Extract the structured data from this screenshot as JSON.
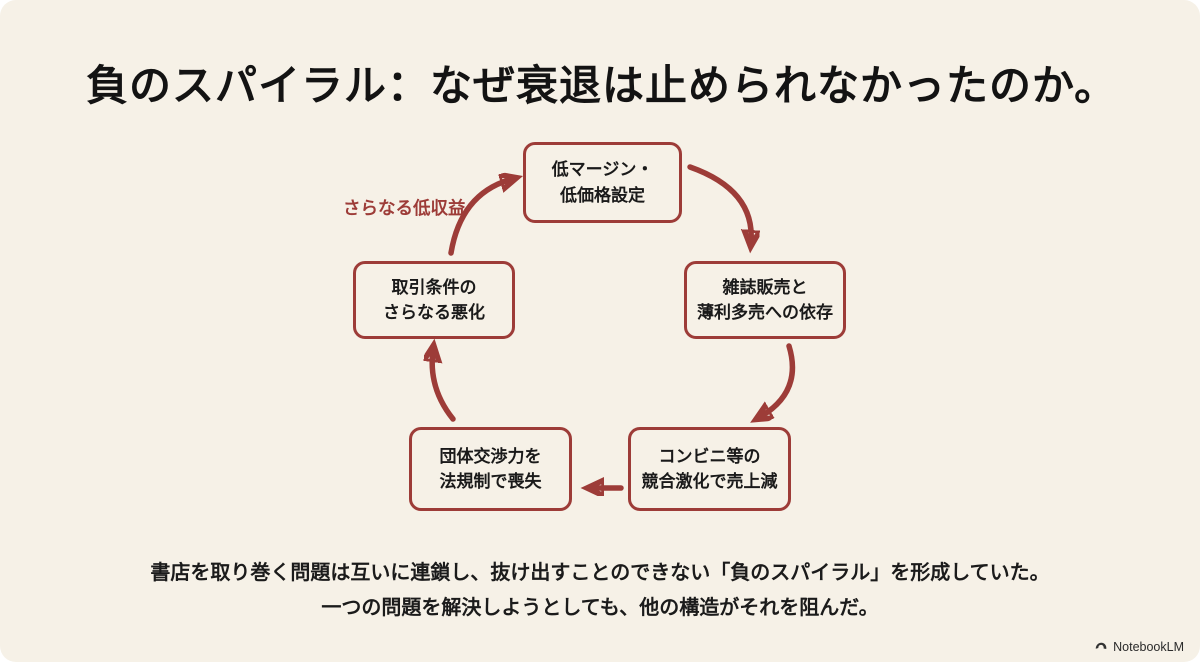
{
  "page": {
    "title": "負のスパイラル：なぜ衰退は止められなかったのか。"
  },
  "colors": {
    "background": "#f6f1e7",
    "accent_red": "#9d3c38",
    "text_dark": "#1a1a1a"
  },
  "diagram": {
    "type": "cycle",
    "cycle_label": "さらなる低収益",
    "nodes": [
      {
        "id": "node-low-margin",
        "position": "top",
        "lines": [
          "低マージン・",
          "低価格設定"
        ]
      },
      {
        "id": "node-magazine",
        "position": "upper-right",
        "lines": [
          "雑誌販売と",
          "薄利多売への依存"
        ]
      },
      {
        "id": "node-competition",
        "position": "lower-right",
        "lines": [
          "コンビニ等の",
          "競合激化で売上減"
        ]
      },
      {
        "id": "node-bargaining",
        "position": "lower-left",
        "lines": [
          "団体交渉力を",
          "法規制で喪失"
        ]
      },
      {
        "id": "node-terms",
        "position": "upper-left",
        "lines": [
          "取引条件の",
          "さらなる悪化"
        ]
      }
    ]
  },
  "footer": {
    "line1": "書店を取り巻く問題は互いに連鎖し、抜け出すことのできない「負のスパイラル」を形成していた。",
    "line2": "一つの問題を解決しようとしても、他の構造がそれを阻んだ。"
  },
  "branding": {
    "label": "NotebookLM"
  }
}
